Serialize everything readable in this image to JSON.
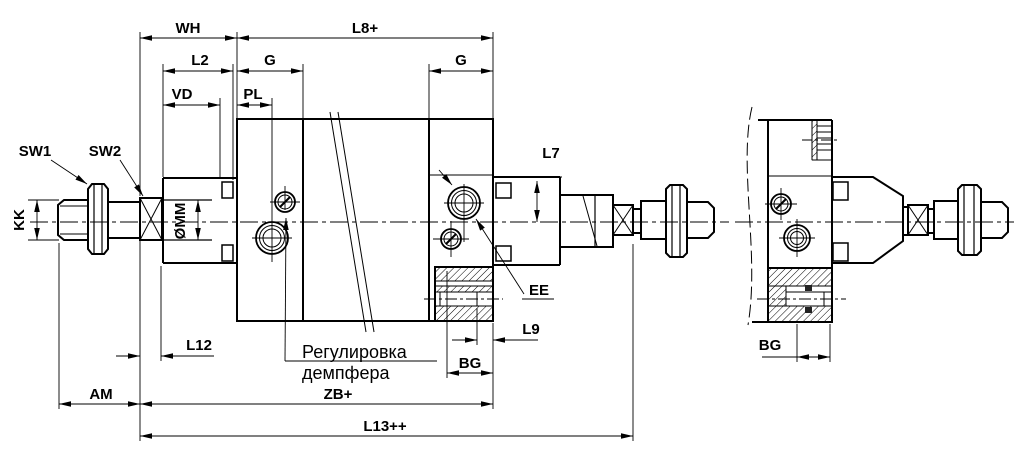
{
  "drawing": {
    "dimension_labels": {
      "wh": "WH",
      "l8": "L8+",
      "l2": "L2",
      "g_head": "G",
      "g_cap": "G",
      "vd": "VD",
      "pl": "PL",
      "sw1": "SW1",
      "sw2": "SW2",
      "kk": "KK",
      "mm": "ØMM",
      "l7": "L7",
      "ee": "EE",
      "l12": "L12",
      "l9": "L9",
      "bg_front": "BG",
      "am": "AM",
      "zb": "ZB+",
      "l13": "L13++",
      "bg_side": "BG"
    },
    "annotation": {
      "line1": "Регулировка",
      "line2": "демпфера"
    },
    "colors": {
      "line": "#000000",
      "background": "#ffffff"
    }
  }
}
